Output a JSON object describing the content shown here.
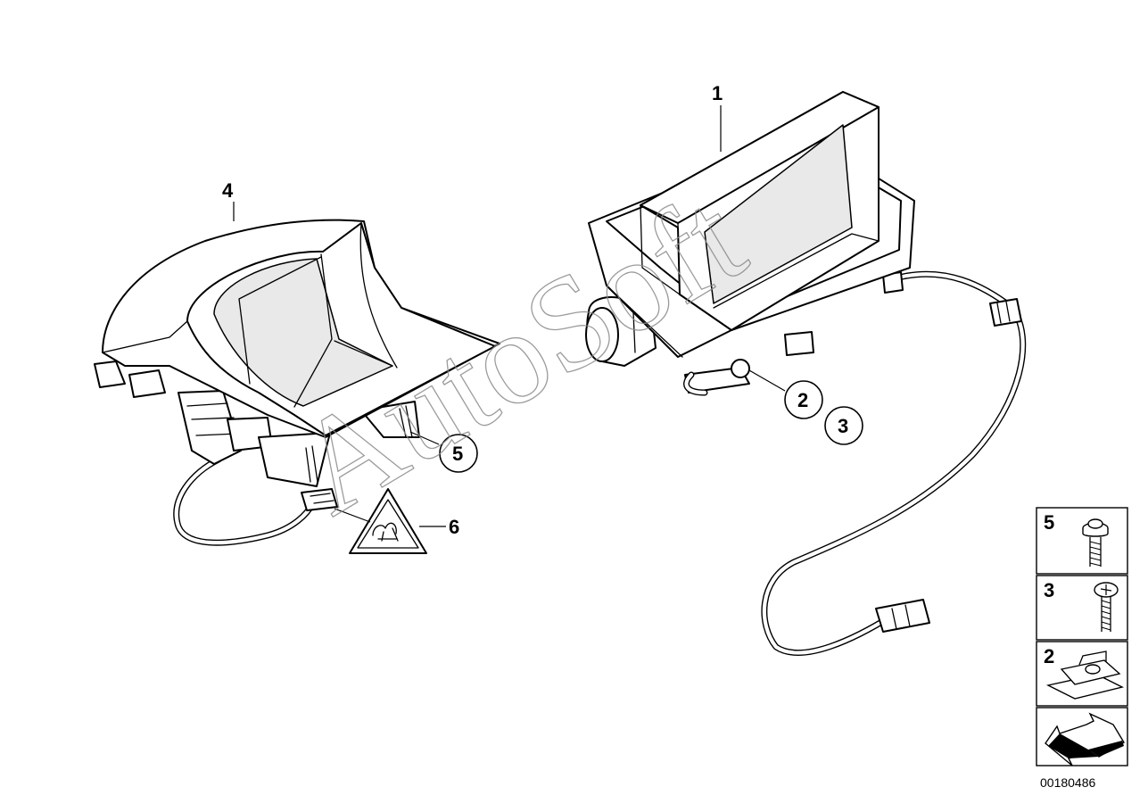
{
  "callouts": {
    "c1": "1",
    "c2": "2",
    "c3": "3",
    "c4": "4",
    "c5": "5",
    "c6": "6"
  },
  "legend": {
    "items": [
      {
        "label": "5",
        "icon": "collar-screw-icon"
      },
      {
        "label": "3",
        "icon": "screw-icon"
      },
      {
        "label": "2",
        "icon": "clip-nut-icon"
      },
      {
        "label": "",
        "icon": "direction-arrow-icon"
      }
    ]
  },
  "watermark": "AutoSoft",
  "diagram_id": "00180486"
}
